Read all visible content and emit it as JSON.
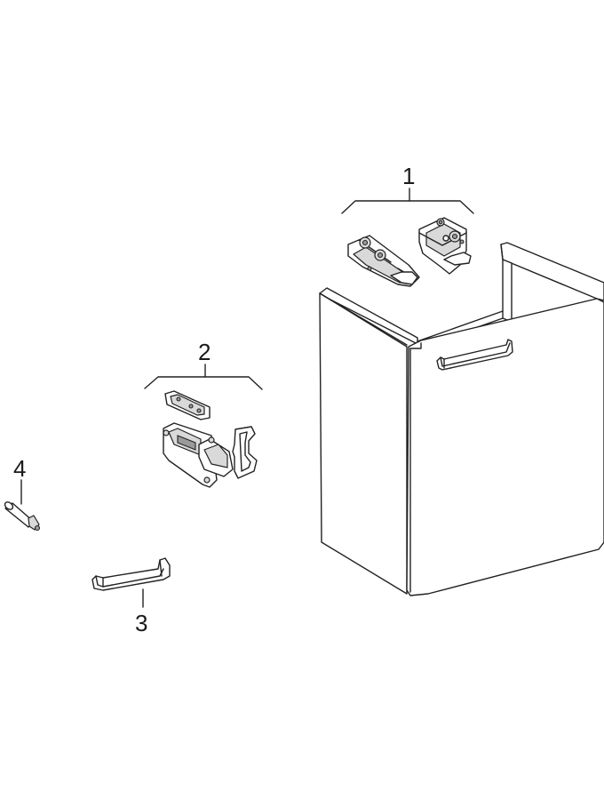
{
  "diagram": {
    "callouts": [
      {
        "id": "1",
        "text": "1"
      },
      {
        "id": "2",
        "text": "2"
      },
      {
        "id": "3",
        "text": "3"
      },
      {
        "id": "4",
        "text": "4"
      }
    ],
    "colors": {
      "line": "#222222",
      "fill_light": "#d9d9d9",
      "fill_dark": "#9a9a9a",
      "background": "#ffffff"
    }
  }
}
